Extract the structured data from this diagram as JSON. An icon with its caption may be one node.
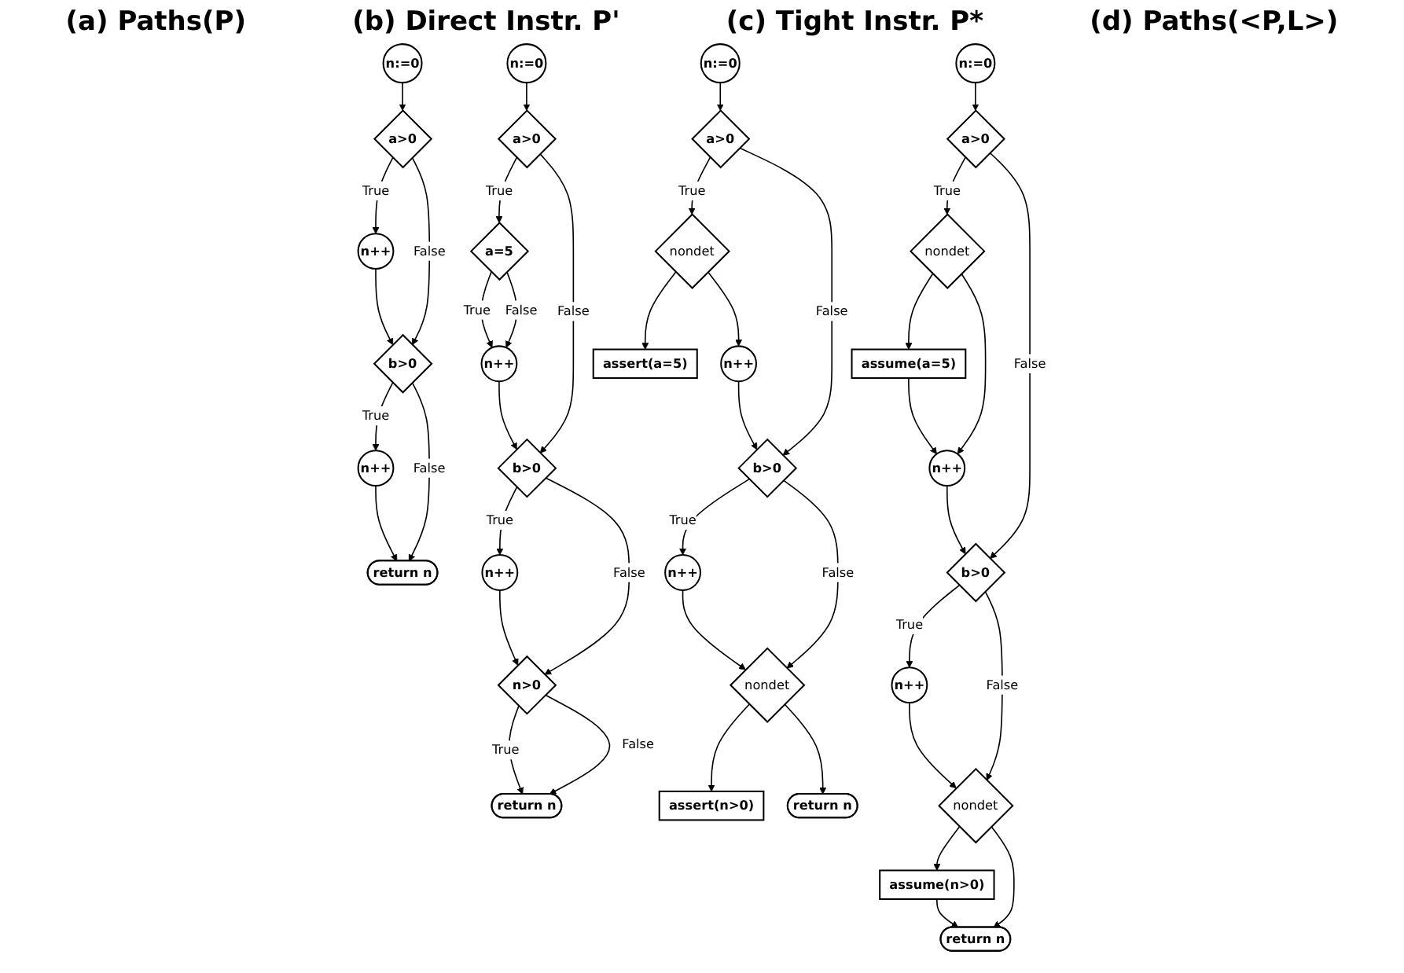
{
  "diagram": {
    "nodes": [
      {
        "text": [
          "n:=0"
        ]
      },
      {
        "text": [
          "a>0"
        ]
      },
      {
        "text": [
          "n++"
        ]
      },
      {
        "text": [
          "b>0"
        ]
      },
      {
        "text": [
          "n++"
        ]
      },
      {
        "text": [
          "return n"
        ]
      },
      {
        "text": [
          "n:=0"
        ]
      },
      {
        "text": [
          "a>0"
        ]
      },
      {
        "text": [
          "a=5"
        ]
      },
      {
        "text": [
          "n++"
        ]
      },
      {
        "text": [
          "b>0"
        ]
      },
      {
        "text": [
          "n++"
        ]
      },
      {
        "text": [
          "n>0"
        ]
      },
      {
        "text": [
          "return n"
        ]
      },
      {
        "text": [
          "n:=0"
        ]
      },
      {
        "text": [
          "a>0"
        ]
      },
      {
        "text": [
          "nondet"
        ]
      },
      {
        "text": [
          "assert(a=5)"
        ]
      },
      {
        "text": [
          "n++"
        ]
      },
      {
        "text": [
          "b>0"
        ]
      },
      {
        "text": [
          "n++"
        ]
      },
      {
        "text": [
          "nondet"
        ]
      },
      {
        "text": [
          "assert(n>0)"
        ]
      },
      {
        "text": [
          "return n"
        ]
      },
      {
        "text": [
          "n:=0"
        ]
      },
      {
        "text": [
          "a>0"
        ]
      },
      {
        "text": [
          "nondet"
        ]
      },
      {
        "text": [
          "assume(a=5)"
        ]
      },
      {
        "text": [
          "n++"
        ]
      },
      {
        "text": [
          "b>0"
        ]
      },
      {
        "text": [
          "n++"
        ]
      },
      {
        "text": [
          "nondet"
        ]
      },
      {
        "text": [
          "assume(n>0)"
        ]
      },
      {
        "text": [
          "return n"
        ]
      }
    ],
    "edges": [
      {
        "from": 0,
        "to": 1,
        "arrow": "to"
      },
      {
        "from": 1,
        "to": 2,
        "arrow": "to",
        "label": "True"
      },
      {
        "from": 1,
        "to": 3,
        "arrow": "to",
        "label": "False"
      },
      {
        "from": 2,
        "to": 3,
        "arrow": "to"
      },
      {
        "from": 3,
        "to": 4,
        "arrow": "to",
        "label": "True"
      },
      {
        "from": 3,
        "to": 5,
        "arrow": "to",
        "label": "False"
      },
      {
        "from": 4,
        "to": 5,
        "arrow": "to"
      },
      {
        "from": 6,
        "to": 7,
        "arrow": "to"
      },
      {
        "from": 7,
        "to": 8,
        "arrow": "to",
        "label": "True"
      },
      {
        "from": 7,
        "to": 10,
        "arrow": "to",
        "label": "False"
      },
      {
        "from": 8,
        "to": 9,
        "arrow": "to",
        "label": "True"
      },
      {
        "from": 8,
        "to": 9,
        "arrow": "to",
        "label": "False"
      },
      {
        "from": 9,
        "to": 10,
        "arrow": "to"
      },
      {
        "from": 10,
        "to": 11,
        "arrow": "to",
        "label": "True"
      },
      {
        "from": 10,
        "to": 12,
        "arrow": "to",
        "label": "False"
      },
      {
        "from": 11,
        "to": 12,
        "arrow": "to"
      },
      {
        "from": 12,
        "to": 13,
        "arrow": "to",
        "label": "True"
      },
      {
        "from": 12,
        "to": 13,
        "arrow": "to",
        "label": "False"
      },
      {
        "from": 14,
        "to": 15,
        "arrow": "to"
      },
      {
        "from": 15,
        "to": 16,
        "arrow": "to",
        "label": "True"
      },
      {
        "from": 15,
        "to": 19,
        "arrow": "to",
        "label": "False"
      },
      {
        "from": 16,
        "to": 17,
        "arrow": "to"
      },
      {
        "from": 16,
        "to": 18,
        "arrow": "to"
      },
      {
        "from": 18,
        "to": 19,
        "arrow": "to"
      },
      {
        "from": 19,
        "to": 20,
        "arrow": "to",
        "label": "True"
      },
      {
        "from": 19,
        "to": 21,
        "arrow": "to",
        "label": "False"
      },
      {
        "from": 20,
        "to": 21,
        "arrow": "to"
      },
      {
        "from": 21,
        "to": 22,
        "arrow": "to"
      },
      {
        "from": 21,
        "to": 23,
        "arrow": "to"
      },
      {
        "from": 24,
        "to": 25,
        "arrow": "to"
      },
      {
        "from": 25,
        "to": 26,
        "arrow": "to",
        "label": "True"
      },
      {
        "from": 25,
        "to": 29,
        "arrow": "to",
        "label": "False"
      },
      {
        "from": 26,
        "to": 27,
        "arrow": "to"
      },
      {
        "from": 26,
        "to": 28,
        "arrow": "to"
      },
      {
        "from": 27,
        "to": 28,
        "arrow": "to"
      },
      {
        "from": 28,
        "to": 29,
        "arrow": "to"
      },
      {
        "from": 29,
        "to": 30,
        "arrow": "to",
        "label": "True"
      },
      {
        "from": 29,
        "to": 31,
        "arrow": "to",
        "label": "False"
      },
      {
        "from": 30,
        "to": 31,
        "arrow": "to"
      },
      {
        "from": 31,
        "to": 32,
        "arrow": "to"
      },
      {
        "from": 31,
        "to": 33,
        "arrow": "to"
      },
      {
        "from": 32,
        "to": 33,
        "arrow": "to"
      }
    ],
    "labels": [
      "(a) Paths(P)",
      "(b) Direct Instr. P'",
      "(c) Tight Instr. P*",
      "(d) Paths(<P,L>)"
    ]
  }
}
